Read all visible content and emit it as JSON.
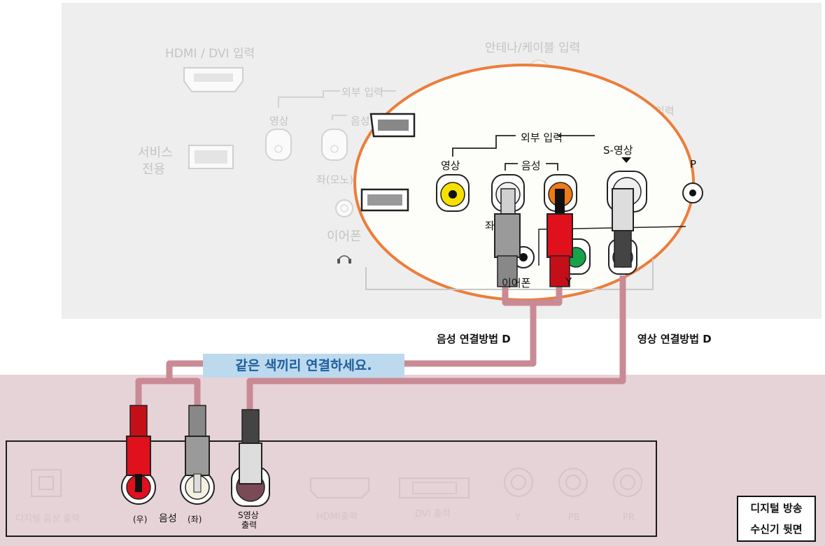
{
  "tv_panel": {
    "hdmi_dvi_label": "HDMI / DVI 입력",
    "antenna_label": "안테나/케이블 입력",
    "external_input_label": "외부 입력",
    "video_label": "영상",
    "audio_label": "음성",
    "service_line1": "서비스",
    "service_line2": "전용",
    "left_mono_label": "좌(모노)",
    "earphone_label": "이어폰",
    "partial_input_label": "입력"
  },
  "zoom": {
    "external_input_label": "외부 입력",
    "video_label": "영상",
    "audio_label": "음성",
    "s_video_label": "S-영상",
    "partial_left_label": "좌",
    "partial_earphone_label": "이어폰",
    "y_label": "Y",
    "partial_right_label": "P"
  },
  "connection": {
    "audio_method": "음성 연결방법 D",
    "video_method": "영상 연결방법 D",
    "banner": "같은 색끼리 연결하세요."
  },
  "receiver": {
    "digital_audio_out": "디지털 음성 출력",
    "right_label": "(우)",
    "audio_label": "음성",
    "left_label": "(좌)",
    "s_video_line1": "S영상",
    "s_video_line2": "출력",
    "hdmi_out": "HDMI출력",
    "dvi_out": "DVI 출력",
    "y_label": "Y",
    "pb_label": "PB",
    "pr_label": "PR",
    "title_line1": "디지털 방송",
    "title_line2": "수신기 뒷면"
  },
  "colors": {
    "cable": "#c98a95",
    "zoom_outline": "#ec7d3a",
    "red_plug": "#e0101c",
    "gray_plug": "#9a9a9a",
    "yellow_jack": "#f6e000",
    "orange_jack": "#f07a17",
    "green_jack": "#16a34a",
    "blue_jack": "#1d7fd0",
    "banner_bg": "#bcd9ee",
    "banner_text": "#1d5f9e"
  },
  "icons": [
    "headphone-icon",
    "arrow-down-icon"
  ]
}
